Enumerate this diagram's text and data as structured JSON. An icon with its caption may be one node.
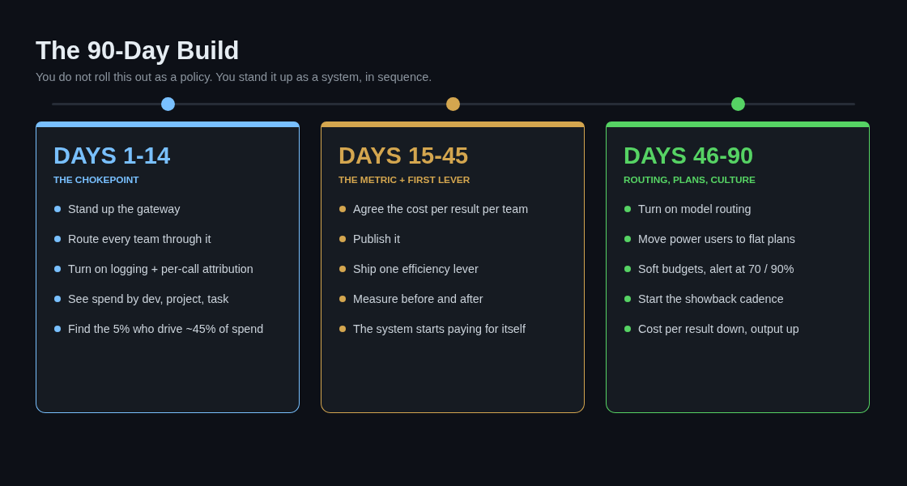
{
  "diagram": {
    "title": "The 90-Day Build",
    "caption": "You do not roll this out as a policy. You stand it up as a system, in sequence.",
    "nodes": [
      {
        "text": [
          "DAYS 1-14",
          "THE CHOKEPOINT",
          "Stand up the gateway",
          "Route every team through it",
          "Turn on logging + per-call attribution",
          "See spend by dev, project, task",
          "Find the 5% who drive ~45% of spend"
        ]
      },
      {
        "text": [
          "DAYS 15-45",
          "THE METRIC + FIRST LEVER",
          "Agree the cost per result per team",
          "Publish it",
          "Ship one efficiency lever",
          "Measure before and after",
          "The system starts paying for itself"
        ]
      },
      {
        "text": [
          "DAYS 46-90",
          "ROUTING, PLANS, CULTURE",
          "Turn on model routing",
          "Move power users to flat plans",
          "Soft budgets, alert at 70 / 90%",
          "Start the showback cadence",
          "Cost per result down, output up"
        ]
      }
    ]
  }
}
